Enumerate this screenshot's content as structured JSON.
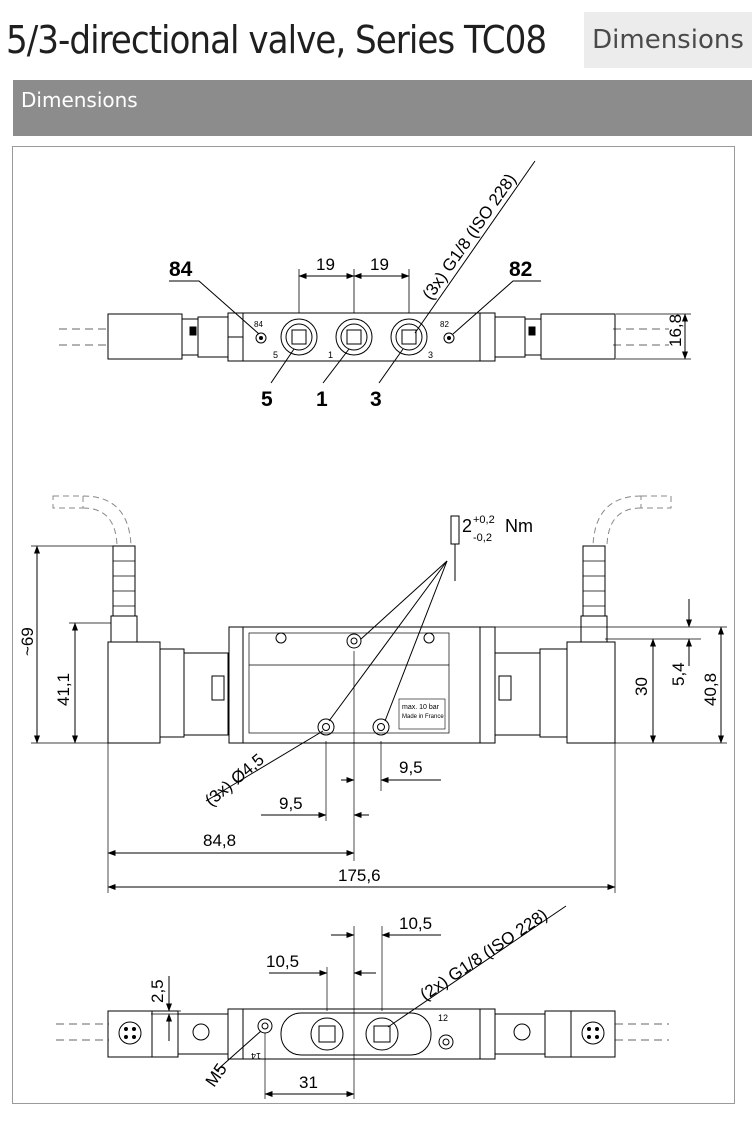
{
  "header": {
    "title": "5/3-directional valve, Series TC08",
    "tag": "Dimensions"
  },
  "section": {
    "label": "Dimensions"
  },
  "drawing": {
    "top_view": {
      "port_84": "84",
      "port_82": "82",
      "dim_19_left": "19",
      "dim_19_right": "19",
      "thread": "(3x) G1/8 (ISO 228)",
      "height": "16,8",
      "port_5": "5",
      "port_1": "1",
      "port_3": "3",
      "small_84": "84",
      "small_82": "82",
      "small_5": "5",
      "small_1": "1",
      "small_3": "3"
    },
    "side_view": {
      "torque_base": "2",
      "torque_upper": "+0,2",
      "torque_lower": "-0,2",
      "torque_unit": "Nm",
      "dim_69": "~69",
      "dim_41": "41,1",
      "dim_30": "30",
      "dim_5_4": "5,4",
      "dim_40_8": "40,8",
      "holes": "(3x) Ø4,5",
      "dim_9_5_right": "9,5",
      "dim_9_5_left": "9,5",
      "dim_84_8": "84,8",
      "dim_175_6": "175,6",
      "plate_1": "max. 10 bar",
      "plate_2": "Made in France"
    },
    "bottom_view": {
      "dim_10_5_top": "10,5",
      "dim_10_5_mid": "10,5",
      "thread": "(2x) G1/8 (ISO 228)",
      "dim_2_5": "2,5",
      "m5": "M5",
      "dim_31": "31",
      "small_12": "12",
      "small_14": "14"
    }
  }
}
